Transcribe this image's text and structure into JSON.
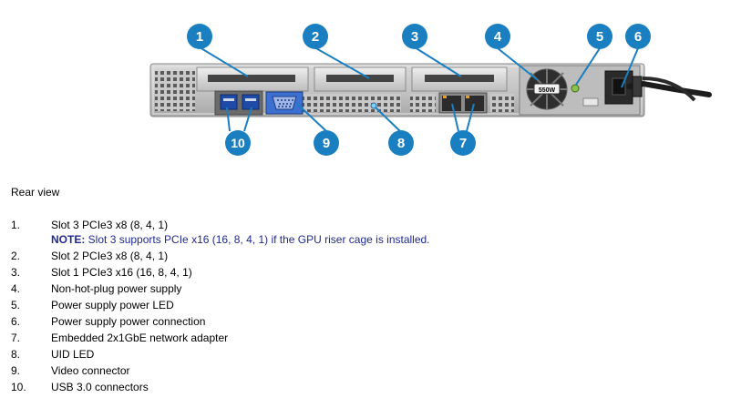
{
  "caption": "Rear view",
  "callouts": [
    "1",
    "2",
    "3",
    "4",
    "5",
    "6",
    "7",
    "8",
    "9",
    "10"
  ],
  "psu_label": "550W",
  "items": [
    {
      "num": "1.",
      "text": "Slot 3 PCIe3 x8 (8, 4, 1)"
    },
    {
      "num": "2.",
      "text": "Slot 2 PCIe3 x8 (8, 4, 1)"
    },
    {
      "num": "3.",
      "text": "Slot 1 PCIe3 x16 (16, 8, 4, 1)"
    },
    {
      "num": "4.",
      "text": "Non-hot-plug power supply"
    },
    {
      "num": "5.",
      "text": "Power supply power LED"
    },
    {
      "num": "6.",
      "text": "Power supply power connection"
    },
    {
      "num": "7.",
      "text": "Embedded 2x1GbE network adapter"
    },
    {
      "num": "8.",
      "text": "UID LED"
    },
    {
      "num": "9.",
      "text": "Video connector"
    },
    {
      "num": "10.",
      "text": "USB 3.0 connectors"
    }
  ],
  "note": {
    "label": "NOTE:",
    "text": " Slot 3 supports PCIe x16 (16, 8, 4, 1) if the GPU riser cage is installed."
  },
  "colors": {
    "callout": "#1a7fc1",
    "note": "#1f2a8c",
    "vga": "#2b5fbf"
  }
}
